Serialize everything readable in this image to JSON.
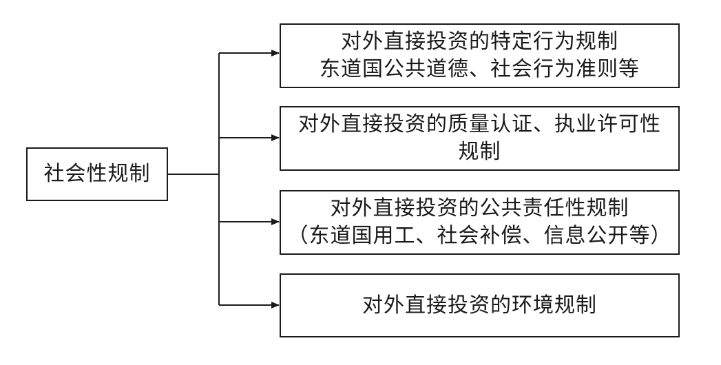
{
  "root": {
    "label": "社会性规制"
  },
  "branches": [
    {
      "lines": [
        "对外直接投资的特定行为规制",
        "东道国公共道德、社会行为准则等"
      ]
    },
    {
      "lines": [
        "对外直接投资的质量认证、执业许可性",
        "规制"
      ]
    },
    {
      "lines": [
        "对外直接投资的公共责任性规制",
        "（东道国用工、社会补偿、信息公开等）"
      ]
    },
    {
      "lines": [
        "对外直接投资的环境规制"
      ]
    }
  ],
  "style": {
    "stroke_color": "#1a1a1a",
    "background": "#ffffff"
  }
}
